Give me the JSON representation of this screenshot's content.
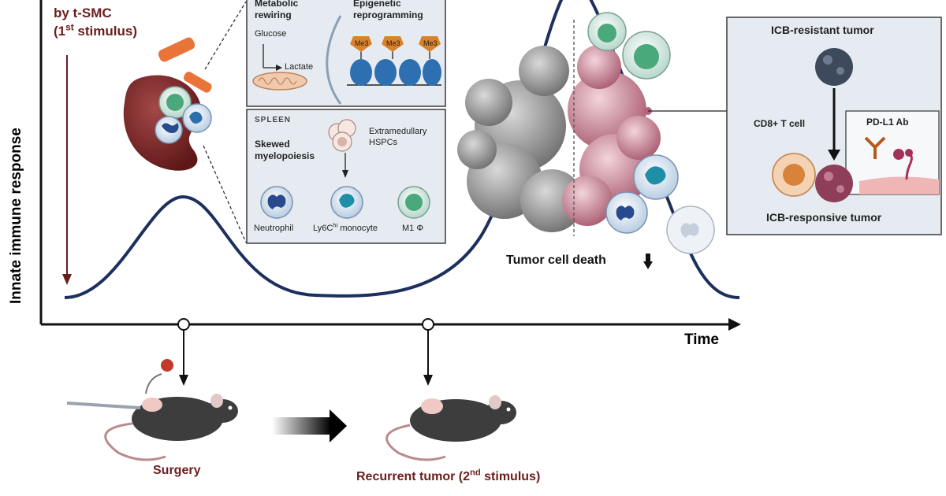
{
  "top_left": {
    "line1": "by t-SMC",
    "line2_pre": "(1",
    "line2_sup": "st",
    "line2_post": " stimulus)"
  },
  "axes": {
    "y_label": "Innate immune response",
    "x_label": "Time"
  },
  "bone_marrow_panel": {
    "metabolic": "Metabolic",
    "rewiring": "rewiring",
    "glucose": "Glucose",
    "lactate": "Lactate",
    "epigenetic": "Epigenetic",
    "reprogramming": "reprogramming",
    "mark": "Me3"
  },
  "spleen_panel": {
    "title": "SPLEEN",
    "skewed": "Skewed",
    "myelopoiesis": "myelopoiesis",
    "extramedullary": "Extramedullary",
    "hspcs": "HSPCs",
    "neutrophil": "Neutrophil",
    "monocyte_pre": "Ly6C",
    "monocyte_sup": "hi",
    "monocyte_post": " monocyte",
    "macrophage": "M1 Φ"
  },
  "tumor": {
    "death_label": "Tumor cell death"
  },
  "icb_panel": {
    "resistant": "ICB-resistant tumor",
    "cd8": "CD8+ T cell",
    "pdl1": "PD-L1 Ab",
    "responsive": "ICB-responsive tumor"
  },
  "bottom": {
    "surgery": "Surgery",
    "recurrent_pre": "Recurrent tumor (2",
    "recurrent_sup": "nd",
    "recurrent_post": " stimulus)"
  },
  "colors": {
    "curve": "#1c2f5e",
    "accent_red": "#6b1d1d",
    "orange": "#e8743a",
    "panel_bg": "#e6ebf1"
  }
}
